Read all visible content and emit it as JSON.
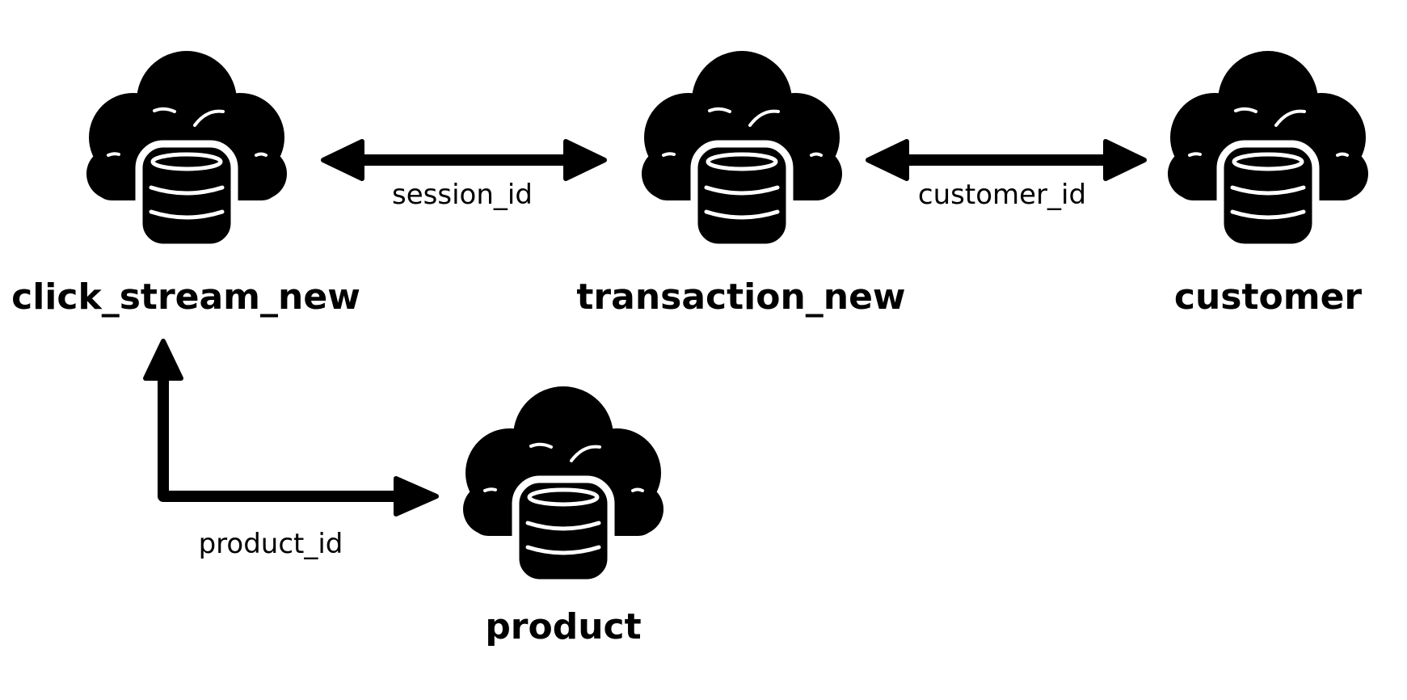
{
  "colors": {
    "ink": "#000000",
    "background": "#ffffff",
    "highlight": "#ffffff"
  },
  "nodes": [
    {
      "id": "click_stream_new",
      "label": "click_stream_new",
      "icon": "cloud-database-icon"
    },
    {
      "id": "transaction_new",
      "label": "transaction_new",
      "icon": "cloud-database-icon"
    },
    {
      "id": "customer",
      "label": "customer",
      "icon": "cloud-database-icon"
    },
    {
      "id": "product",
      "label": "product",
      "icon": "cloud-database-icon"
    }
  ],
  "edges": [
    {
      "from": "click_stream_new",
      "to": "transaction_new",
      "label": "session_id",
      "direction": "both"
    },
    {
      "from": "transaction_new",
      "to": "customer",
      "label": "customer_id",
      "direction": "both"
    },
    {
      "from": "click_stream_new",
      "to": "product",
      "label": "product_id",
      "direction": "both"
    }
  ]
}
